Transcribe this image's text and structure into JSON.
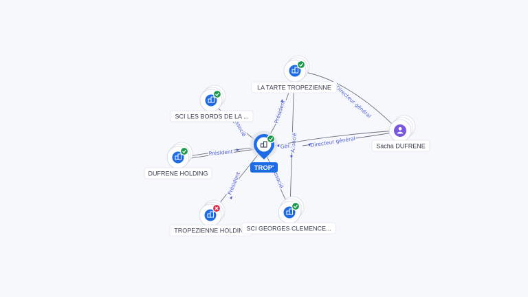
{
  "diagram": {
    "focus": {
      "label": "TROP'",
      "verified": true
    },
    "nodes": [
      {
        "id": "tarte",
        "label": "LA TARTE TROPEZIENNE",
        "kind": "company",
        "status": "verified"
      },
      {
        "id": "sci-bords",
        "label": "SCI LES BORDS DE LA ...",
        "kind": "company",
        "status": "verified"
      },
      {
        "id": "dufrene-holding",
        "label": "DUFRENE HOLDING",
        "kind": "company",
        "status": "verified"
      },
      {
        "id": "tropezienne-holding",
        "label": "TROPEZIENNE HOLDING",
        "kind": "company",
        "status": "closed"
      },
      {
        "id": "sci-georges",
        "label": "SCI GEORGES CLEMENCE...",
        "kind": "company",
        "status": "verified"
      },
      {
        "id": "sacha",
        "label": "Sacha DUFRENE",
        "kind": "person",
        "status": "none"
      }
    ],
    "edges": [
      {
        "id": "e1",
        "label": "Président"
      },
      {
        "id": "e2",
        "label": "Associé"
      },
      {
        "id": "e3",
        "label": "Président"
      },
      {
        "id": "e4",
        "label": "Président"
      },
      {
        "id": "e5",
        "label": "Associé"
      },
      {
        "id": "e6",
        "label": "Associé"
      },
      {
        "id": "e7",
        "label": "Directeur général"
      },
      {
        "id": "e8",
        "label": "Gér..."
      },
      {
        "id": "e9",
        "label": "Directeur général"
      }
    ]
  }
}
